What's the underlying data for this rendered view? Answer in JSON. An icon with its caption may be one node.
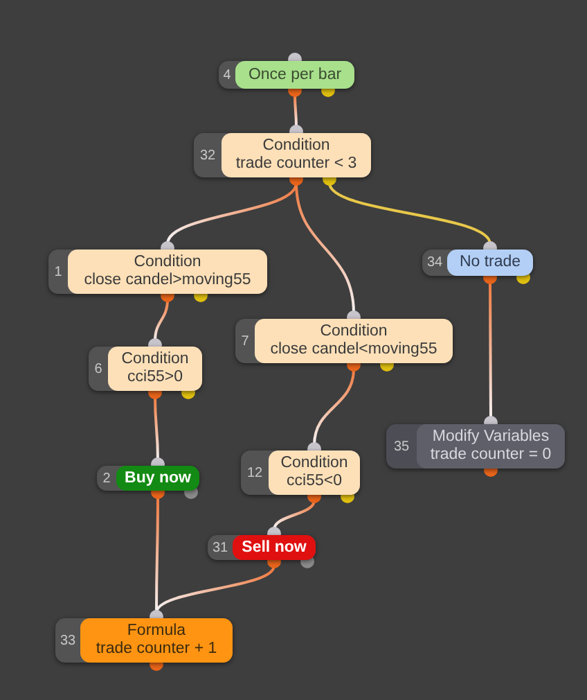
{
  "diagram": {
    "nodes": [
      {
        "text": [
          "4",
          "Once per bar"
        ]
      },
      {
        "text": [
          "32",
          "Condition",
          "trade counter < 3"
        ]
      },
      {
        "text": [
          "1",
          "Condition",
          "close candel>moving55"
        ]
      },
      {
        "text": [
          "34",
          "No trade"
        ]
      },
      {
        "text": [
          "6",
          "Condition",
          "cci55>0"
        ]
      },
      {
        "text": [
          "7",
          "Condition",
          "close candel<moving55"
        ]
      },
      {
        "text": [
          "35",
          "Modify Variables",
          "trade counter = 0"
        ]
      },
      {
        "text": [
          "12",
          "Condition",
          "cci55<0"
        ]
      },
      {
        "text": [
          "2",
          "Buy now"
        ]
      },
      {
        "text": [
          "31",
          "Sell now"
        ]
      },
      {
        "text": [
          "33",
          "Formula",
          "trade counter + 1"
        ]
      }
    ],
    "edges": [
      {
        "from": 0,
        "to": 1,
        "arrow": "none"
      },
      {
        "from": 1,
        "to": 2,
        "arrow": "none"
      },
      {
        "from": 1,
        "to": 5,
        "arrow": "none"
      },
      {
        "from": 1,
        "to": 3,
        "arrow": "none",
        "color": "#e8c84a"
      },
      {
        "from": 2,
        "to": 4,
        "arrow": "none"
      },
      {
        "from": 5,
        "to": 7,
        "arrow": "none"
      },
      {
        "from": 3,
        "to": 6,
        "arrow": "none"
      },
      {
        "from": 4,
        "to": 8,
        "arrow": "none"
      },
      {
        "from": 7,
        "to": 9,
        "arrow": "none"
      },
      {
        "from": 8,
        "to": 10,
        "arrow": "none"
      },
      {
        "from": 9,
        "to": 10,
        "arrow": "none"
      }
    ]
  }
}
